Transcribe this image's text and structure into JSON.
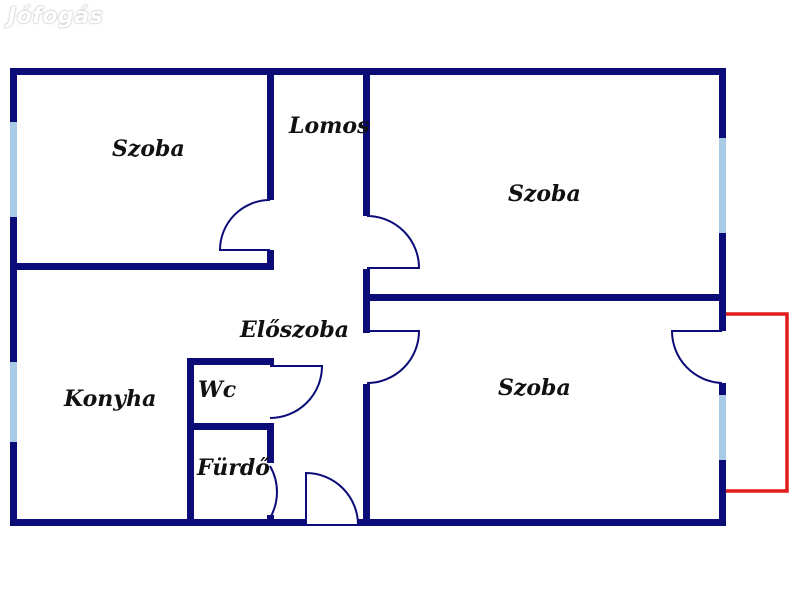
{
  "watermark": "Jófogás",
  "colors": {
    "wall": "#0b0c78",
    "window": "#aacbe6",
    "balcony": "#e31b1b",
    "background": "#ffffff"
  },
  "rooms": {
    "szoba_top_left": "Szoba",
    "lomos": "Lomos",
    "szoba_top_right": "Szoba",
    "eloszoba": "Előszoba",
    "szoba_bottom_right": "Szoba",
    "konyha": "Konyha",
    "wc": "Wc",
    "furdo": "Fürdő"
  }
}
